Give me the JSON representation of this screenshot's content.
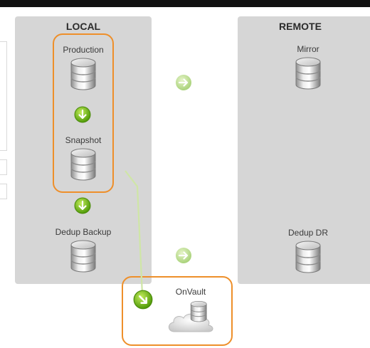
{
  "panels": {
    "local": {
      "title": "LOCAL"
    },
    "remote": {
      "title": "REMOTE"
    }
  },
  "nodes": {
    "production": {
      "label": "Production",
      "icon": "database-icon"
    },
    "snapshot": {
      "label": "Snapshot",
      "icon": "database-icon"
    },
    "dedup_backup": {
      "label": "Dedup Backup",
      "icon": "database-icon"
    },
    "mirror": {
      "label": "Mirror",
      "icon": "database-icon"
    },
    "dedup_dr": {
      "label": "Dedup DR",
      "icon": "database-icon"
    },
    "onvault": {
      "label": "OnVault",
      "icon": "cloud-database-icon"
    }
  },
  "colors": {
    "panel_bg": "#d6d6d6",
    "highlight_border": "#ee8f2a",
    "arrow_active": "#6fae12",
    "arrow_inactive": "#b9dc8c",
    "connector_line": "#cfe6a6"
  }
}
